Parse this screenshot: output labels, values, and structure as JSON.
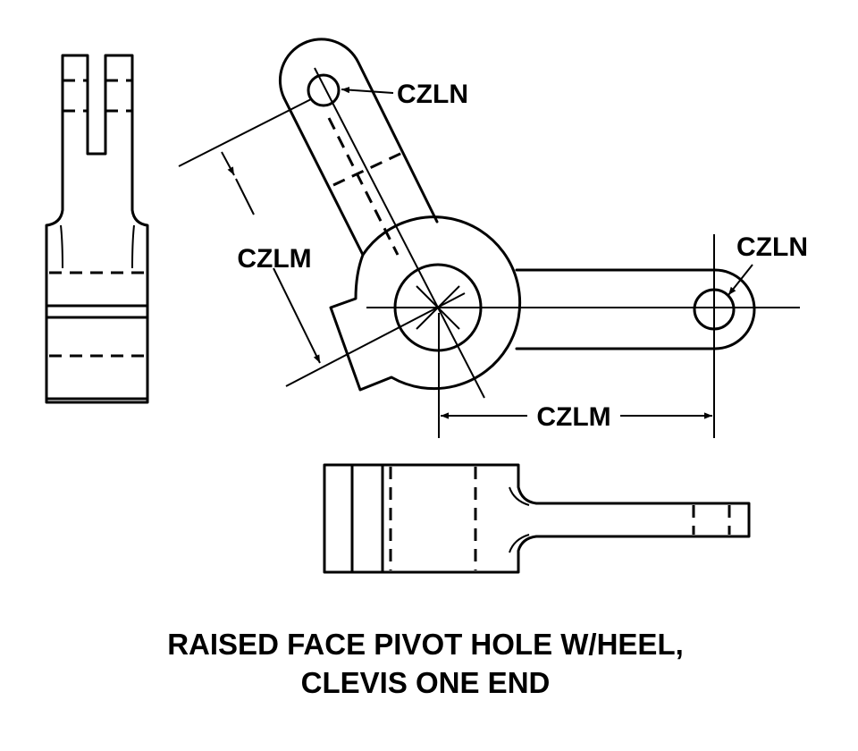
{
  "labels": {
    "hole_dia_top": "CZLN",
    "hole_dia_right": "CZLN",
    "center_dist_angled": "CZLM",
    "center_dist_horizontal": "CZLM"
  },
  "caption": {
    "line1": "RAISED FACE PIVOT HOLE W/HEEL,",
    "line2": "CLEVIS ONE END"
  },
  "colors": {
    "ink": "#000000",
    "paper": "#ffffff"
  }
}
